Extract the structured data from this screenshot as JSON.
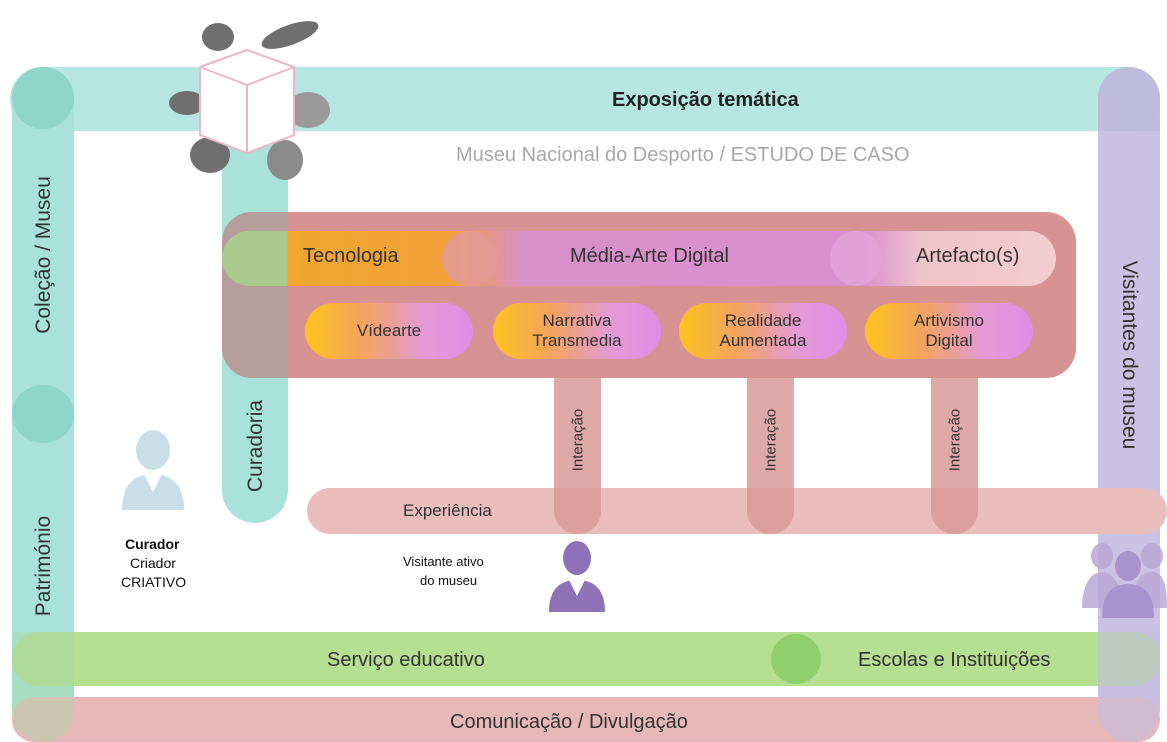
{
  "title": "Exposição temática",
  "subtitle": "Museu Nacional do Desporto / ESTUDO DE CASO",
  "left_column": {
    "top": "Coleção / Museu",
    "bottom": "Património"
  },
  "right_column": "Visitantes do museu",
  "curadoria": "Curadoria",
  "top_row": {
    "tecnologia": "Tecnologia",
    "media_arte": "Média-Arte Digital",
    "artefacto": "Artefacto(s)"
  },
  "pills": {
    "videarte": "Vídearte",
    "narrativa_1": "Narrativa",
    "narrativa_2": "Transmedia",
    "realidade_1": "Realidade",
    "realidade_2": "Aumentada",
    "artivismo_1": "Artivismo",
    "artivismo_2": "Digital"
  },
  "interacao": [
    "Interação",
    "Interação",
    "Interação"
  ],
  "experiencia": "Experiência",
  "curador": {
    "name": "Curador",
    "line2": "Criador",
    "line3": "CRIATIVO"
  },
  "visitante": {
    "line1": "Visitante ativo",
    "line2": "do museu"
  },
  "servico": "Serviço educativo",
  "escolas": "Escolas e Instituições",
  "comunicacao": "Comunicação / Divulgação",
  "colors": {
    "teal": "#b5e6e0",
    "teal_dark": "#9fdccf",
    "lavender": "#c7bfe0",
    "salmon": "#e8b9b8",
    "red_box": "#d88f8f",
    "green": "#b6df92",
    "green_dark": "#8fd06e"
  }
}
